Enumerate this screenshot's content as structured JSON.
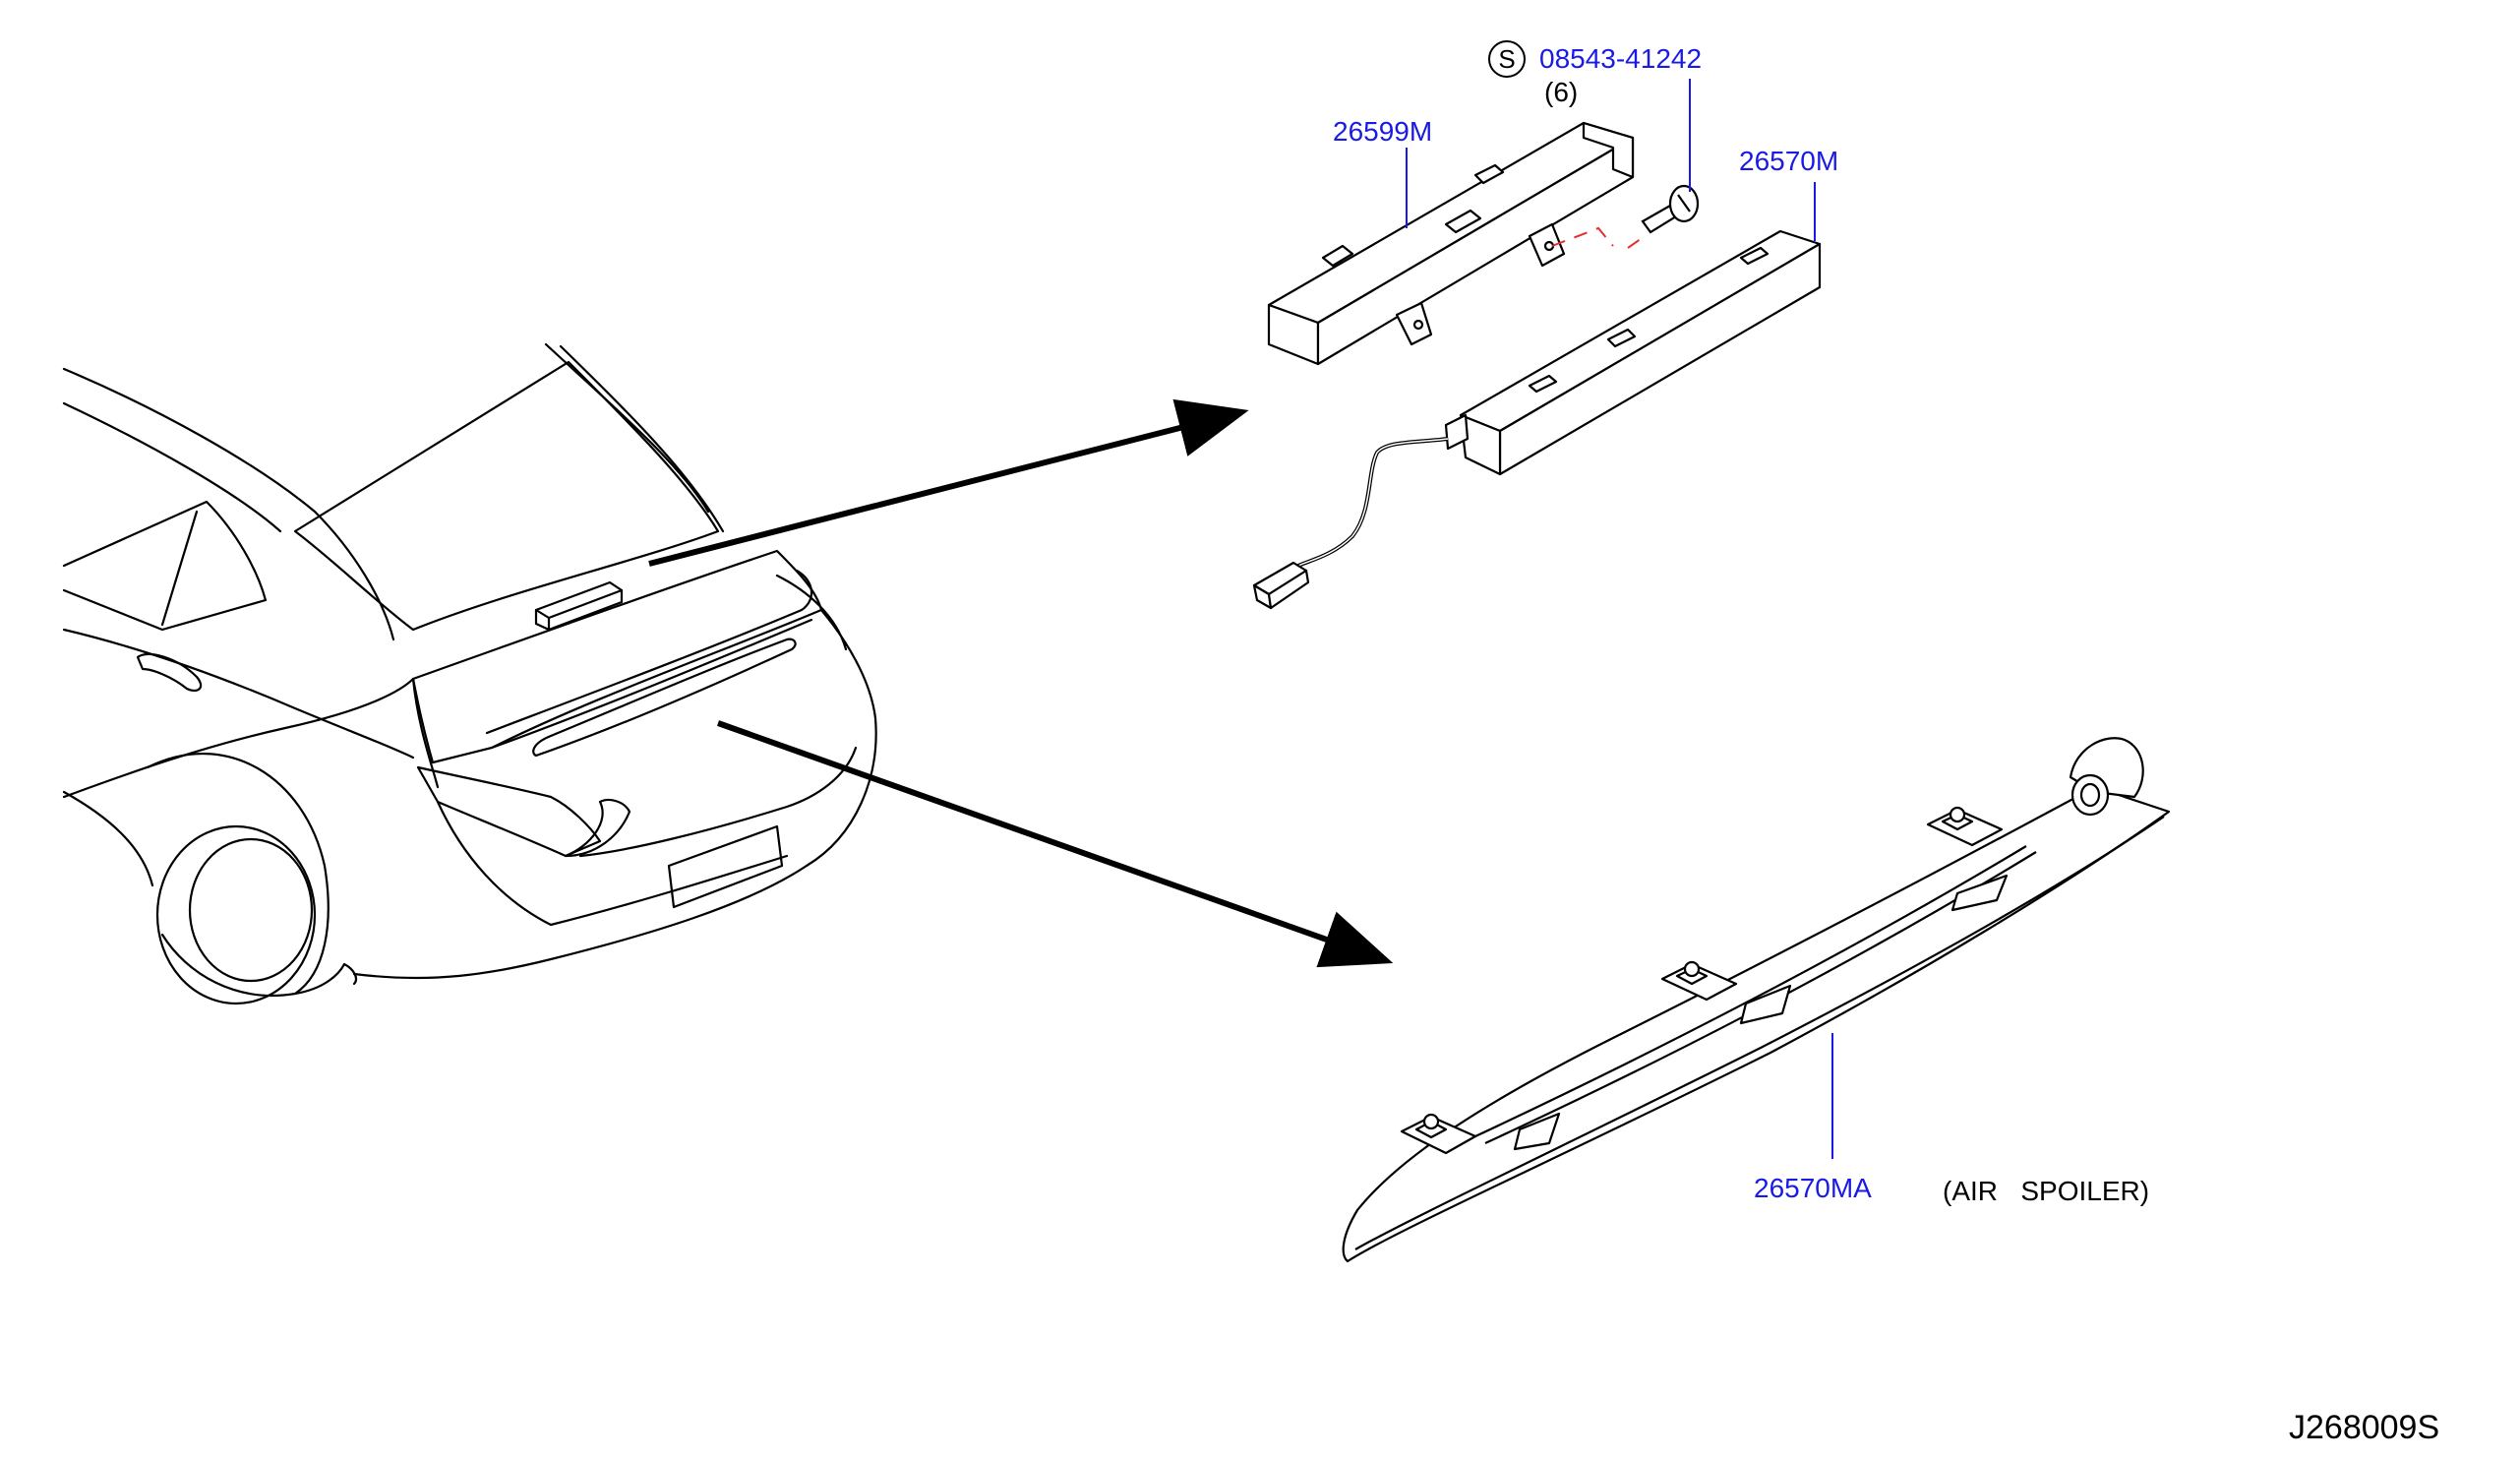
{
  "callouts": {
    "standard_marker": "S",
    "screw_part": "08543-41242",
    "screw_qty": "(6)",
    "lamp_cover_part": "26599M",
    "lamp_part": "26570M",
    "spoiler_part": "26570MA",
    "spoiler_note": "(AIR   SPOILER)"
  },
  "diagram_ref": "J268009S",
  "colors": {
    "callout_text": "#1a1ae6",
    "leader_line": "#1a1ae6",
    "drawing_line": "#000000",
    "hidden_line": "#e03030"
  }
}
